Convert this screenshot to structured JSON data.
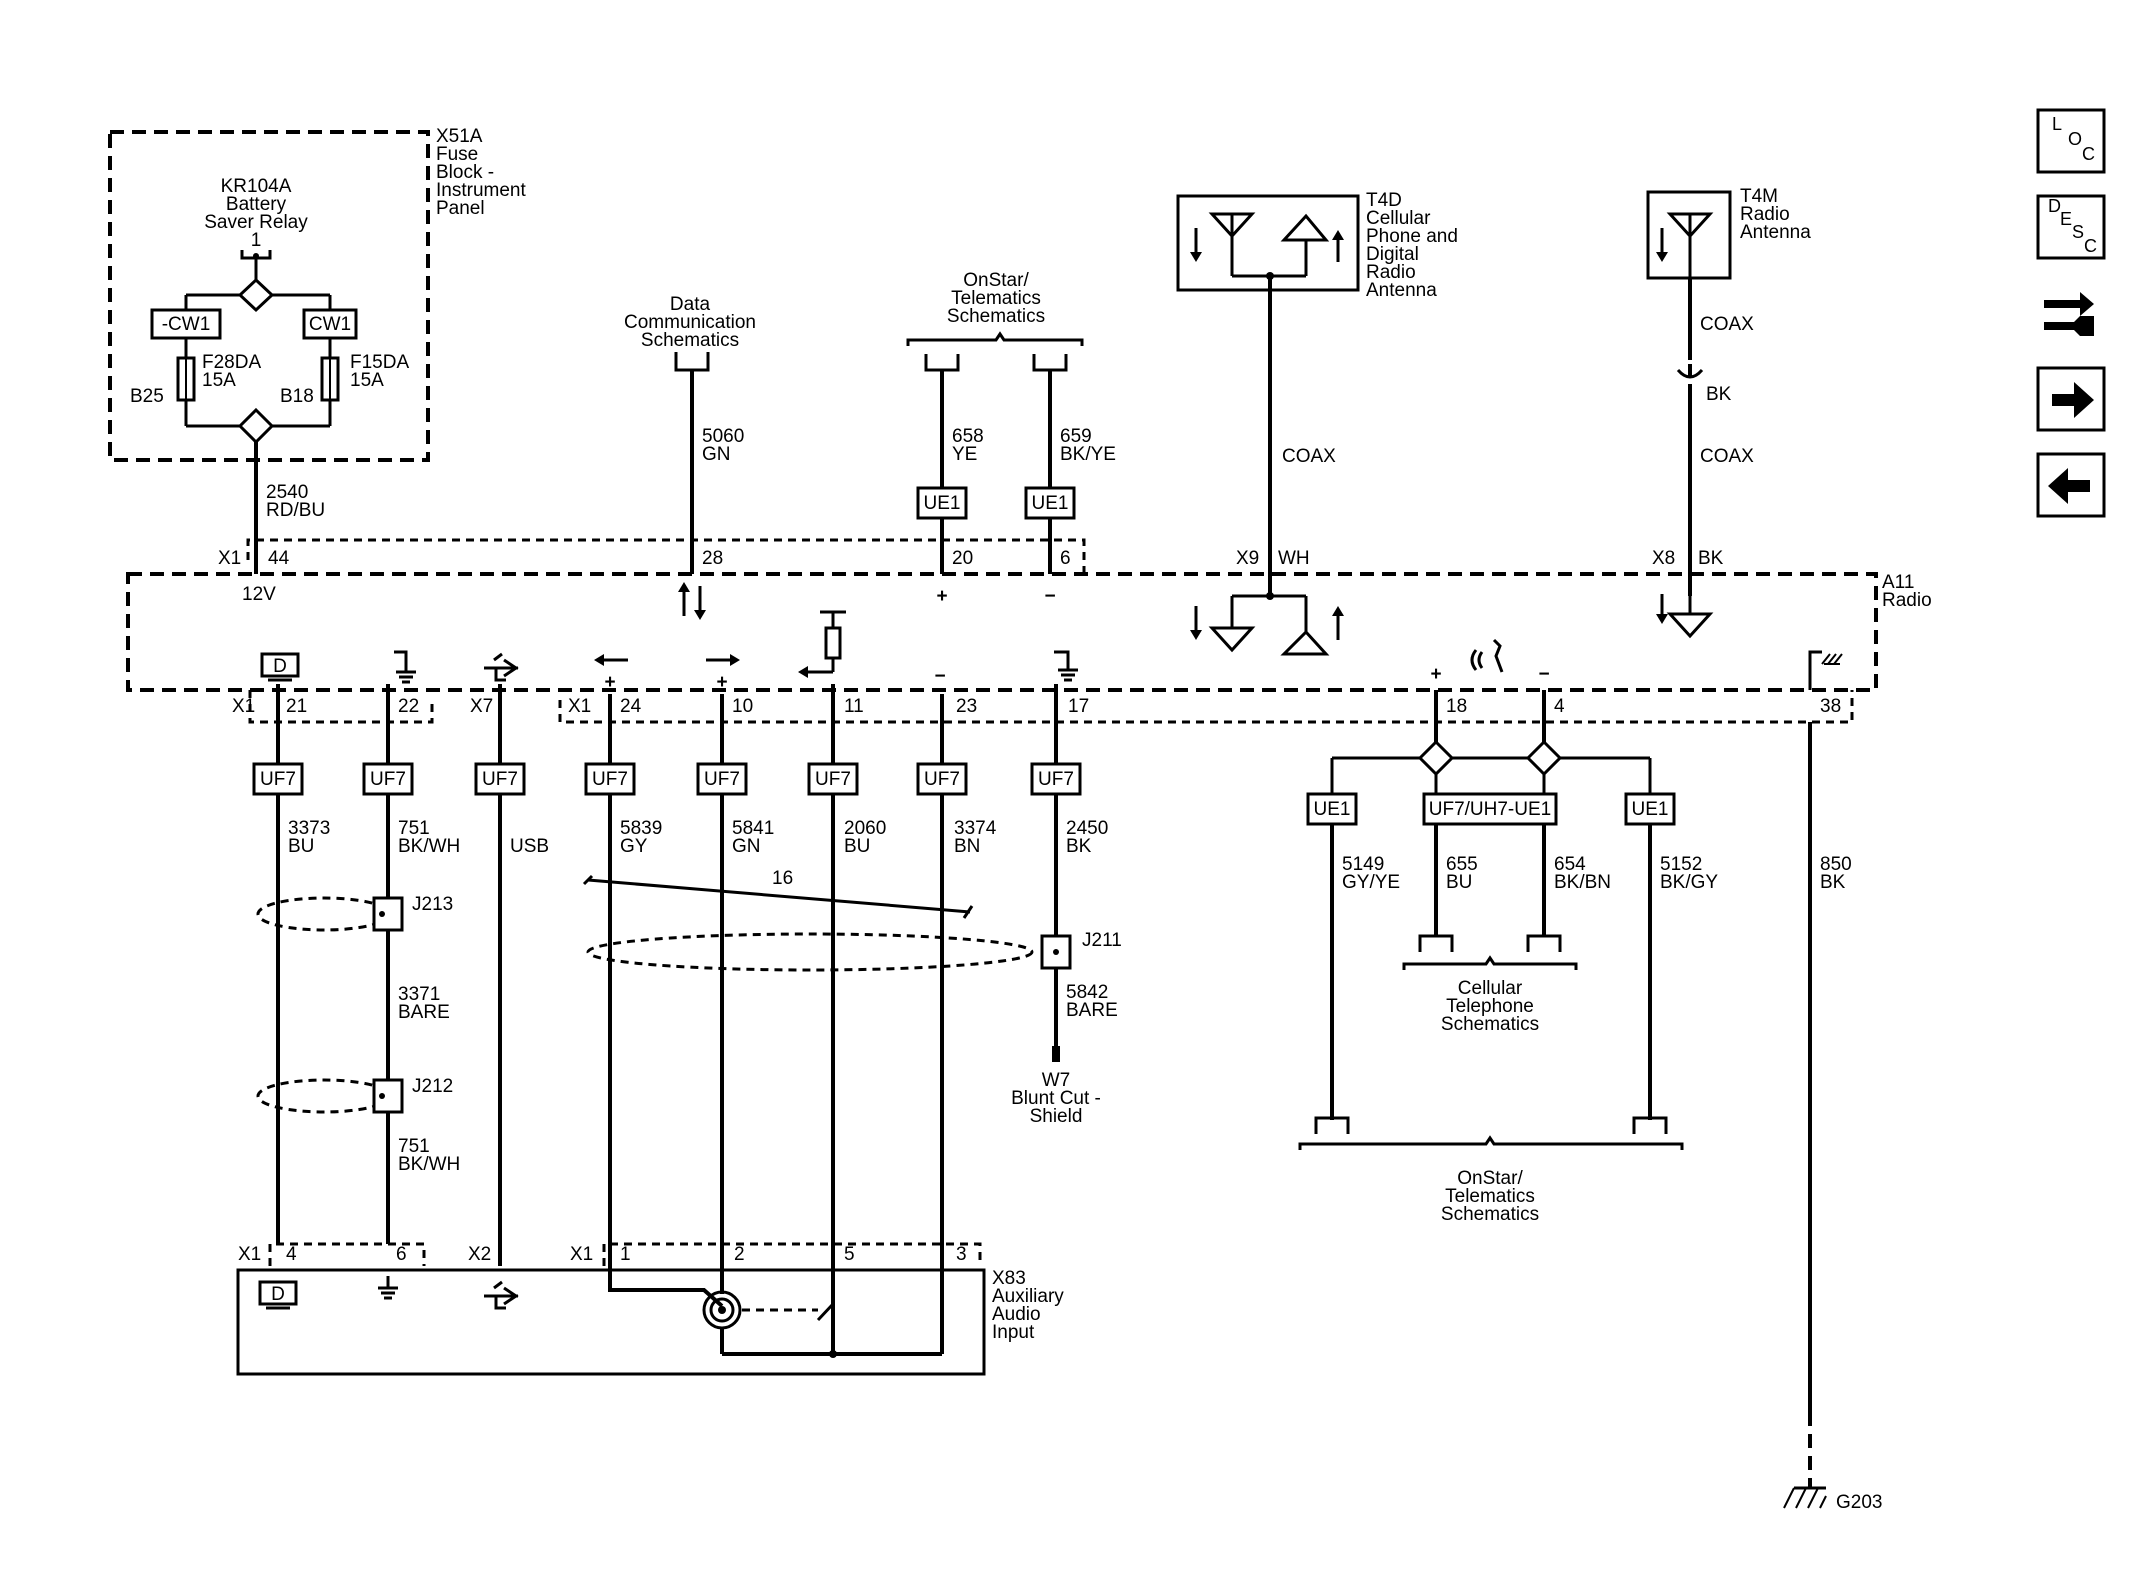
{
  "nav": {
    "loc": [
      "L",
      "O",
      "C"
    ],
    "desc": [
      "D",
      "E",
      "S",
      "C"
    ]
  },
  "fuse_block": {
    "ref": "X51A",
    "title_lines": [
      "Fuse",
      "Block -",
      "Instrument",
      "Panel"
    ],
    "relay_ref": "KR104A",
    "relay_lines": [
      "Battery",
      "Saver Relay"
    ],
    "relay_pin": "1",
    "cw_left": "-CW1",
    "cw_right": "CW1",
    "fuse_left": "F28DA",
    "fuse_left_amp": "15A",
    "fuse_right": "F15DA",
    "fuse_right_amp": "15A",
    "pin_left": "B25",
    "pin_right": "B18",
    "wire_num": "2540",
    "wire_color": "RD/BU"
  },
  "data_comm": {
    "lines": [
      "Data",
      "Communication",
      "Schematics"
    ],
    "wire_num": "5060",
    "wire_color": "GN",
    "pin": "28"
  },
  "onstar_top": {
    "lines": [
      "OnStar/",
      "Telematics",
      "Schematics"
    ],
    "left_num": "658",
    "left_color": "YE",
    "right_num": "659",
    "right_color": "BK/YE",
    "left_opt": "UE1",
    "right_opt": "UE1",
    "left_pin": "20",
    "right_pin": "6",
    "plus": "+",
    "minus": "−"
  },
  "t4d": {
    "ref": "T4D",
    "lines": [
      "Cellular",
      "Phone and",
      "Digital",
      "Radio",
      "Antenna"
    ],
    "coax": "COAX",
    "conn": "X9",
    "color": "WH"
  },
  "t4m": {
    "ref": "T4M",
    "lines": [
      "Radio",
      "Antenna"
    ],
    "coax_top": "COAX",
    "bk": "BK",
    "coax_bottom": "COAX",
    "conn": "X8",
    "color": "BK"
  },
  "radio": {
    "ref": "A11",
    "name": "Radio",
    "conn_x1": "X1",
    "pin44": "44",
    "label_12v": "12V",
    "d_icon": "D",
    "bottom_conn_x1": "X1",
    "bottom_conn_x7": "X7",
    "bottom_conn_x1b": "X1"
  },
  "bottom_wires": [
    {
      "pin": "21",
      "opt": "UF7",
      "num": "3373",
      "color": "BU"
    },
    {
      "pin": "22",
      "opt": "UF7",
      "num": "751",
      "color": "BK/WH"
    },
    {
      "pin": "",
      "opt": "UF7",
      "num": "",
      "color": "USB"
    },
    {
      "pin": "24",
      "opt": "UF7",
      "num": "5839",
      "color": "GY"
    },
    {
      "pin": "10",
      "opt": "UF7",
      "num": "5841",
      "color": "GN"
    },
    {
      "pin": "11",
      "opt": "UF7",
      "num": "2060",
      "color": "BU"
    },
    {
      "pin": "23",
      "opt": "UF7",
      "num": "3374",
      "color": "BN"
    },
    {
      "pin": "17",
      "opt": "UF7",
      "num": "2450",
      "color": "BK"
    }
  ],
  "shields": {
    "j213": "J213",
    "j212": "J212",
    "j211": "J211",
    "bare1_num": "3371",
    "bare1_color": "BARE",
    "lower_num": "751",
    "lower_color": "BK/WH",
    "twist_count": "16",
    "bare2_num": "5842",
    "bare2_color": "BARE",
    "w7_ref": "W7",
    "w7_lines": [
      "Blunt Cut -",
      "Shield"
    ]
  },
  "aux": {
    "ref": "X83",
    "lines": [
      "Auxiliary",
      "Audio",
      "Input"
    ],
    "conn_x1": "X1",
    "conn_x2": "X2",
    "conn_x1b": "X1",
    "pin4": "4",
    "pin6": "6",
    "pin1": "1",
    "pin2": "2",
    "pin5": "5",
    "pin3": "3",
    "d_icon": "D"
  },
  "cellular": {
    "pin18": "18",
    "pin4": "4",
    "opt_left": "UE1",
    "opt_mid": "UF7/UH7-UE1",
    "opt_right": "UE1",
    "w1_num": "5149",
    "w1_color": "GY/YE",
    "w2_num": "655",
    "w2_color": "BU",
    "w3_num": "654",
    "w3_color": "BK/BN",
    "w4_num": "5152",
    "w4_color": "BK/GY",
    "cell_lines": [
      "Cellular",
      "Telephone",
      "Schematics"
    ],
    "onstar_lines": [
      "OnStar/",
      "Telematics",
      "Schematics"
    ],
    "plus": "+",
    "minus": "−"
  },
  "ground": {
    "pin": "38",
    "num": "850",
    "color": "BK",
    "ref": "G203"
  }
}
